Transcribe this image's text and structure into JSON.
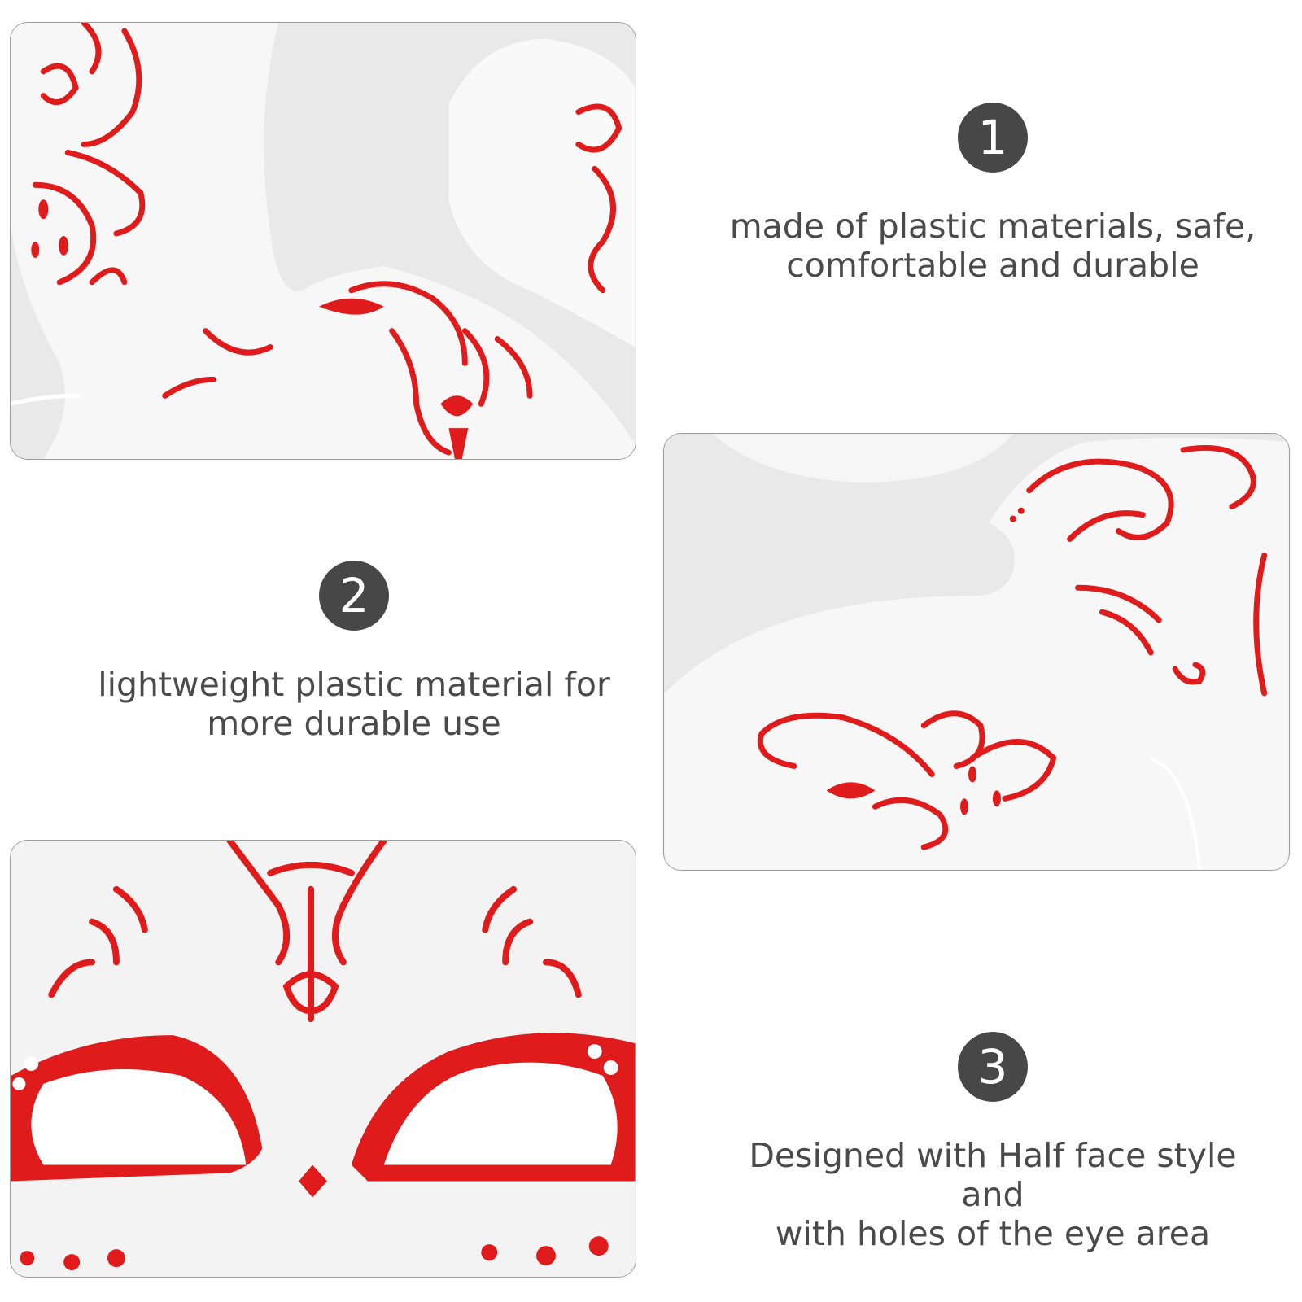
{
  "colors": {
    "background": "#ffffff",
    "panel_fill": "#ececec",
    "panel_border": "#9a9a9a",
    "badge": "#474747",
    "text": "#4a4a4a",
    "pattern_red": "#e01b1b"
  },
  "features": [
    {
      "number": "1",
      "line1": "made of plastic materials, safe,",
      "line2": "comfortable and durable"
    },
    {
      "number": "2",
      "line1": "lightweight plastic material for",
      "line2": "more durable use"
    },
    {
      "number": "3",
      "line1": "Designed with Half face style and",
      "line2": "with holes of the eye area"
    }
  ],
  "images": [
    {
      "subject": "mask-ears-closeup"
    },
    {
      "subject": "mask-side-profile"
    },
    {
      "subject": "mask-eye-holes-closeup"
    }
  ]
}
